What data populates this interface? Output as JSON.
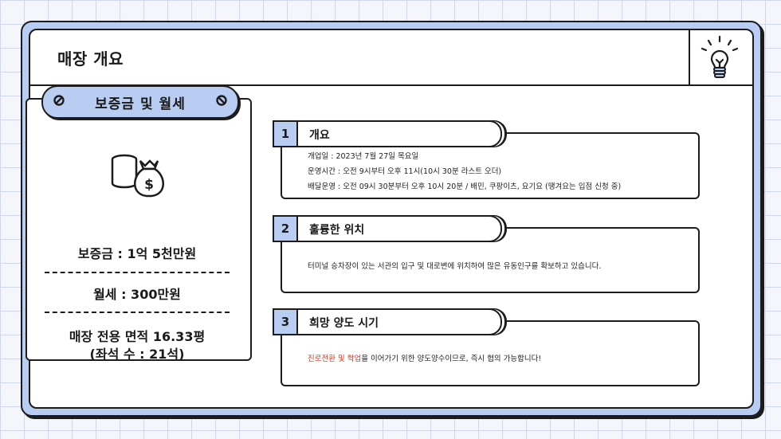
{
  "header": {
    "title": "매장 개요"
  },
  "left": {
    "pill_label": "보증금 및 월세",
    "deposit": "보증금 : 1억 5천만원",
    "rent": "월세 : 300만원",
    "area": "매장 전용 면적 16.33평",
    "seats": "(좌석 수 : 21석)"
  },
  "sections": [
    {
      "num": "1",
      "title": "개요",
      "lines": [
        "개업일 : 2023년 7월 27일 목요일",
        "운영시간 : 오전 9시부터 오후 11시(10시 30분 라스트 오더)",
        "배달운영 : 오전 09시 30분부터 오후 10시 20분 / 배민, 쿠팡이츠, 요기요 (땡겨요는 입점 신청 중)"
      ]
    },
    {
      "num": "2",
      "title": "훌륭한 위치",
      "lines": [
        "터미널 승차장이 있는 서관의 입구 및 대로변에 위치하여 많은 유동인구를 확보하고 있습니다."
      ]
    },
    {
      "num": "3",
      "title": "희망 양도 시기",
      "highlight": "진로전환 및 학업",
      "rest": "을 이어가기 위한 양도양수이므로, 즉시 협의 가능합니다!"
    }
  ],
  "colors": {
    "accent": "#b9cdf3",
    "highlight": "#d4371f"
  }
}
